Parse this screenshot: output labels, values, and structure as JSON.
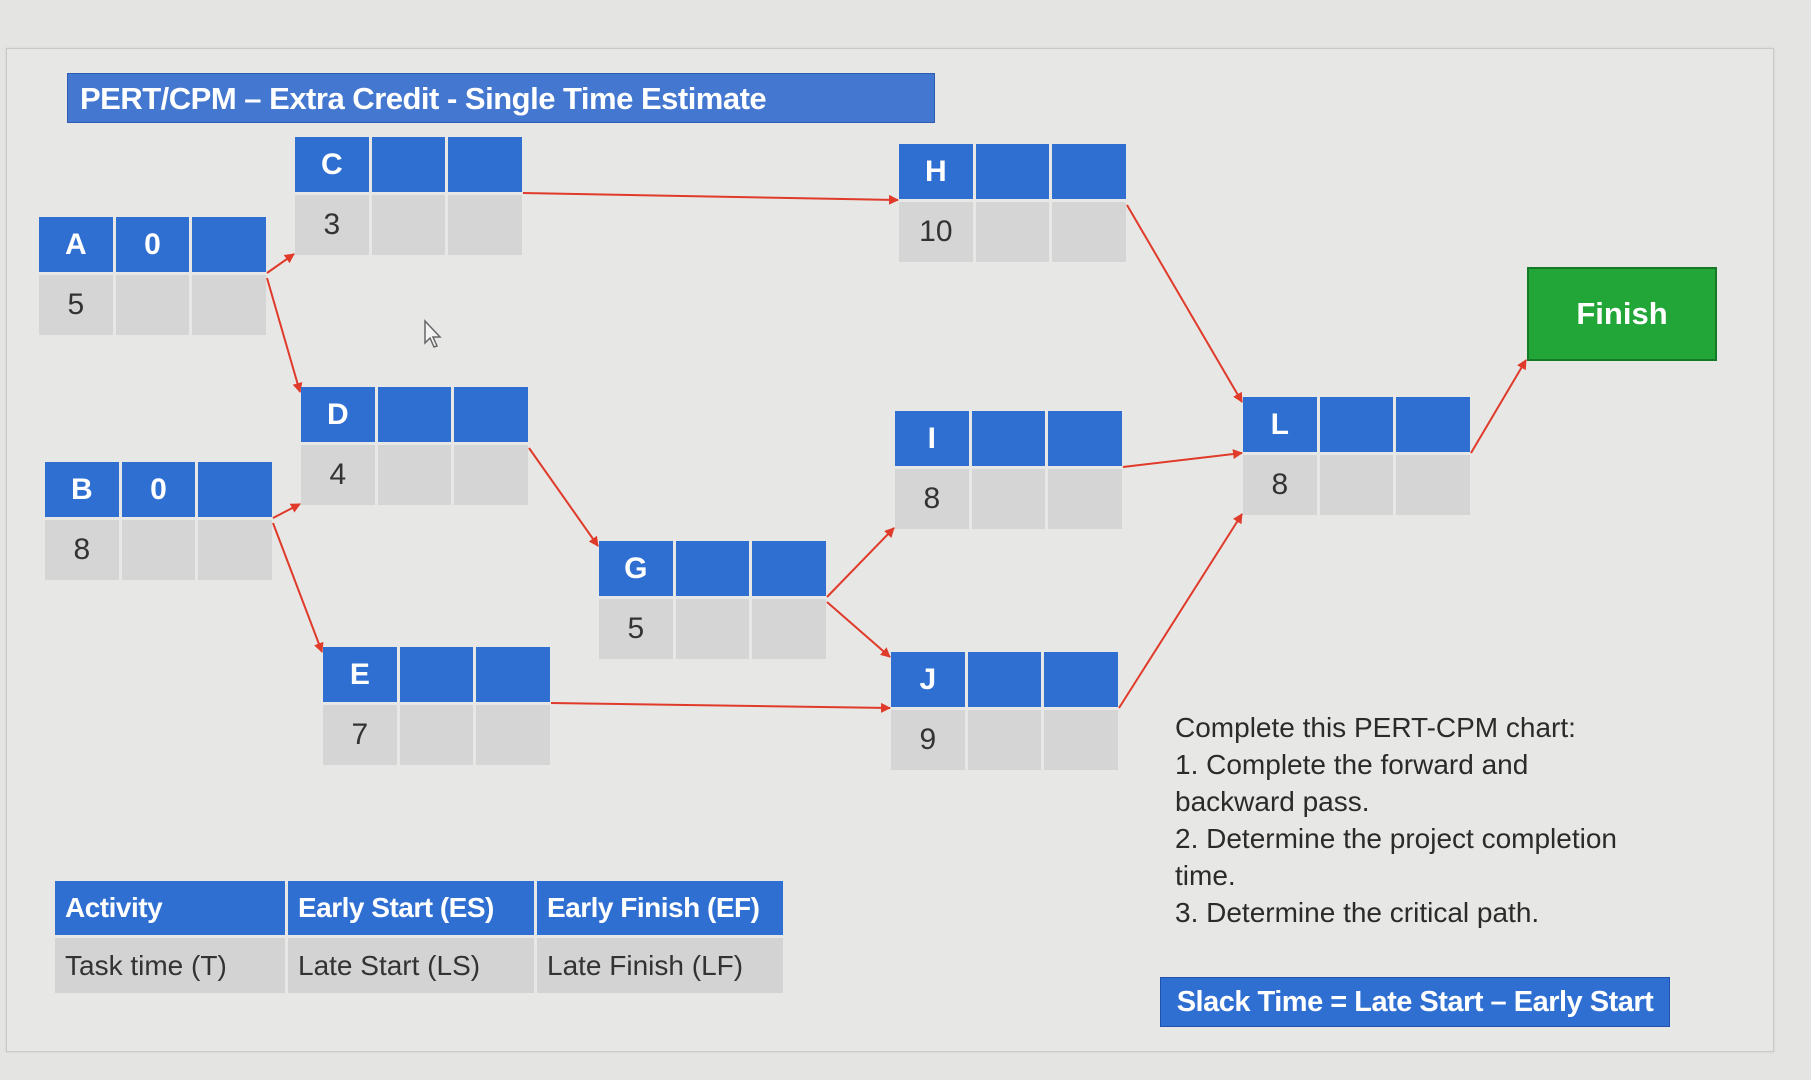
{
  "title": "PERT/CPM – Extra Credit -  Single Time Estimate",
  "nodes": {
    "A": {
      "name": "A",
      "es": "0",
      "ef": "",
      "t": "5",
      "ls": "",
      "lf": ""
    },
    "B": {
      "name": "B",
      "es": "0",
      "ef": "",
      "t": "8",
      "ls": "",
      "lf": ""
    },
    "C": {
      "name": "C",
      "es": "",
      "ef": "",
      "t": "3",
      "ls": "",
      "lf": ""
    },
    "D": {
      "name": "D",
      "es": "",
      "ef": "",
      "t": "4",
      "ls": "",
      "lf": ""
    },
    "E": {
      "name": "E",
      "es": "",
      "ef": "",
      "t": "7",
      "ls": "",
      "lf": ""
    },
    "G": {
      "name": "G",
      "es": "",
      "ef": "",
      "t": "5",
      "ls": "",
      "lf": ""
    },
    "H": {
      "name": "H",
      "es": "",
      "ef": "",
      "t": "10",
      "ls": "",
      "lf": ""
    },
    "I": {
      "name": "I",
      "es": "",
      "ef": "",
      "t": "8",
      "ls": "",
      "lf": ""
    },
    "J": {
      "name": "J",
      "es": "",
      "ef": "",
      "t": "9",
      "ls": "",
      "lf": ""
    },
    "L": {
      "name": "L",
      "es": "",
      "ef": "",
      "t": "8",
      "ls": "",
      "lf": ""
    }
  },
  "finish_label": "Finish",
  "edges": [
    [
      "A",
      "C"
    ],
    [
      "A",
      "D"
    ],
    [
      "B",
      "D"
    ],
    [
      "B",
      "E"
    ],
    [
      "C",
      "H"
    ],
    [
      "D",
      "G"
    ],
    [
      "G",
      "I"
    ],
    [
      "G",
      "J"
    ],
    [
      "E",
      "J"
    ],
    [
      "H",
      "L"
    ],
    [
      "I",
      "L"
    ],
    [
      "J",
      "L"
    ],
    [
      "L",
      "Finish"
    ]
  ],
  "legend": {
    "headers": [
      "Activity",
      "Early Start (ES)",
      "Early Finish (EF)"
    ],
    "values": [
      "Task time (T)",
      "Late Start (LS)",
      "Late Finish (LF)"
    ]
  },
  "instructions": {
    "heading": "Complete this PERT-CPM chart:",
    "items": [
      "1. Complete the forward and backward pass.",
      "2. Determine the project completion time.",
      "3. Determine the critical path."
    ]
  },
  "slack_note": "Slack Time = Late Start – Early Start",
  "colors": {
    "node_header": "#2f6fd2",
    "node_body": "#d5d5d5",
    "arrow": "#e03a2a",
    "finish": "#22a637"
  }
}
